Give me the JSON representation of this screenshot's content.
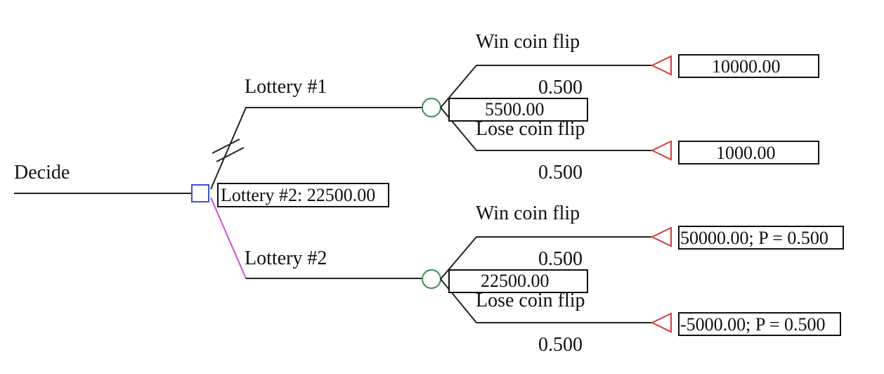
{
  "colors": {
    "line": "#222222",
    "decision_node": "#3b55c4",
    "chance_node": "#3c8a5a",
    "terminal_node": "#d43c3c",
    "selected_branch": "#d050d8"
  },
  "tree": {
    "root_label": "Decide",
    "decision_value": "Lottery #2: 22500.00",
    "lottery1": {
      "label": "Lottery #1",
      "value": "5500.00",
      "win_label": "Win coin flip",
      "win_prob": "0.500",
      "win_payoff": "10000.00",
      "lose_label": "Lose coin flip",
      "lose_prob": "0.500",
      "lose_payoff": "1000.00"
    },
    "lottery2": {
      "label": "Lottery #2",
      "value": "22500.00",
      "win_label": "Win coin flip",
      "win_prob": "0.500",
      "win_payoff": "50000.00; P = 0.500",
      "lose_label": "Lose coin flip",
      "lose_prob": "0.500",
      "lose_payoff": "-5000.00; P = 0.500"
    }
  }
}
